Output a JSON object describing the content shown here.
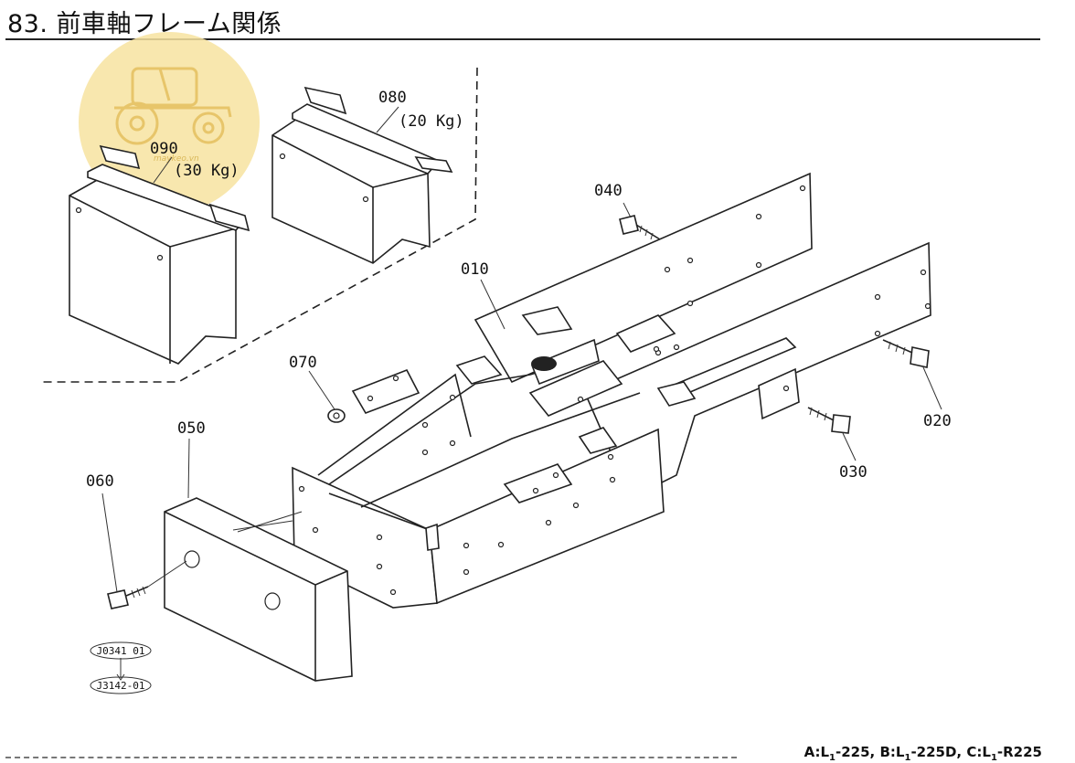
{
  "title": "83. 前車軸フレーム関係",
  "watermark": {
    "text": "maykeo.vn",
    "color": "#f7e3a0"
  },
  "callouts": {
    "p010": "010",
    "p020": "020",
    "p030": "030",
    "p040": "040",
    "p050": "050",
    "p060": "060",
    "p070": "070",
    "p080": "080",
    "p080_weight": "(20 Kg)",
    "p090": "090",
    "p090_weight": "(30 Kg)"
  },
  "references": {
    "ref1": "J0341 01",
    "ref2": "J3142-01"
  },
  "footer": {
    "a_prefix": "A:L",
    "a_sub": "1",
    "a_model": "-225,",
    "b_prefix": "B:L",
    "b_sub": "1",
    "b_model": "-225D,",
    "c_prefix": "C:L",
    "c_sub": "1",
    "c_model": "-R225"
  }
}
